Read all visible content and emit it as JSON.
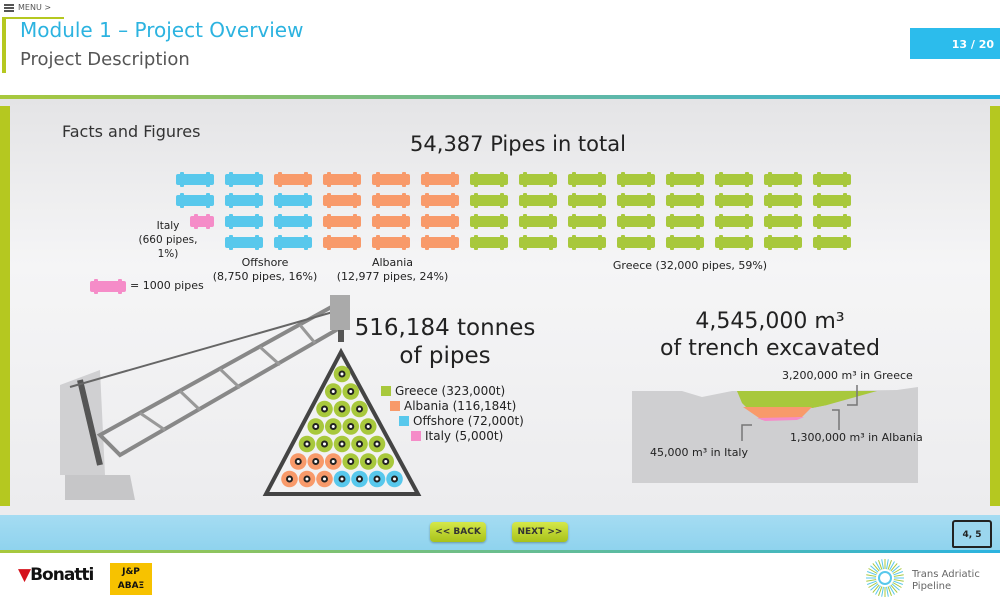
{
  "header": {
    "menu_label": "MENU >",
    "title": "Module 1 – Project Overview",
    "subtitle": "Project Description",
    "page_counter": "13 / 20"
  },
  "slide": {
    "section_title": "Facts and Figures",
    "pipes_title": "54,387 Pipes in total",
    "pipe_groups": [
      {
        "name": "Italy",
        "label": "Italy\n(660 pipes,\n1%)",
        "color": "#f58cc8"
      },
      {
        "name": "Offshore",
        "label": "Offshore\n(8,750 pipes, 16%)",
        "color": "#58c8ec"
      },
      {
        "name": "Albania",
        "label": "Albania\n(12,977 pipes, 24%)",
        "color": "#f89a6a"
      },
      {
        "name": "Greece",
        "label": "Greece (32,000 pipes, 59%)",
        "color": "#a8c83c"
      }
    ],
    "pipe_grid": [
      [
        "Offshore",
        "Offshore",
        "Italy",
        null
      ],
      [
        "Offshore",
        "Offshore",
        "Offshore",
        "Offshore"
      ],
      [
        "Albania",
        "Offshore",
        "Offshore",
        "Offshore"
      ],
      [
        "Albania",
        "Albania",
        "Albania",
        "Albania"
      ],
      [
        "Albania",
        "Albania",
        "Albania",
        "Albania"
      ],
      [
        "Albania",
        "Albania",
        "Albania",
        "Albania"
      ],
      [
        "Greece",
        "Greece",
        "Greece",
        "Greece"
      ],
      [
        "Greece",
        "Greece",
        "Greece",
        "Greece"
      ],
      [
        "Greece",
        "Greece",
        "Greece",
        "Greece"
      ],
      [
        "Greece",
        "Greece",
        "Greece",
        "Greece"
      ],
      [
        "Greece",
        "Greece",
        "Greece",
        "Greece"
      ],
      [
        "Greece",
        "Greece",
        "Greece",
        "Greece"
      ],
      [
        "Greece",
        "Greece",
        "Greece",
        "Greece"
      ],
      [
        "Greece",
        "Greece",
        "Greece",
        "Greece"
      ]
    ],
    "scale_label": "= 1000 pipes",
    "tonnes_title_1": "516,184 tonnes",
    "tonnes_title_2": "of pipes",
    "tonnes_legend": [
      {
        "label": "Greece (323,000t)",
        "color": "#a8c83c"
      },
      {
        "label": "Albania (116,184t)",
        "color": "#f89a6a"
      },
      {
        "label": "Offshore (72,000t)",
        "color": "#58c8ec"
      },
      {
        "label": "Italy (5,000t)",
        "color": "#f58cc8"
      }
    ],
    "trench_title_1": "4,545,000 m³",
    "trench_title_2": "of trench excavated",
    "trench_greece": "3,200,000 m³ in Greece",
    "trench_albania": "1,300,000 m³ in Albania",
    "trench_italy": "45,000 m³ in Italy"
  },
  "nav": {
    "back_label": "<< BACK",
    "next_label": "NEXT >>",
    "glossary_label": "4, 5"
  },
  "footer": {
    "logo_bonatti": "Bonatti",
    "logo_jp": "J&P ΑΒΑΞ",
    "logo_tap_1": "Trans Adriatic",
    "logo_tap_2": "Pipeline"
  }
}
